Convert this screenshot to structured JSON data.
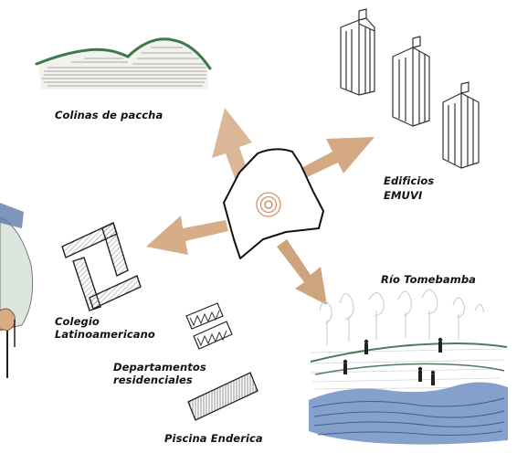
{
  "labels": {
    "colinas": "Colinas de paccha",
    "edificios_line1": "Edificios",
    "edificios_line2": "EMUVI",
    "rio": "Río Tomebamba",
    "colegio_line1": "Colegio",
    "colegio_line2": "Latinoamericano",
    "departamentos_line1": "Departamentos",
    "departamentos_line2": "residenciales",
    "piscina": "Piscina Enderica"
  },
  "colors": {
    "arrow": "#c99a6e",
    "target_ring": "#d08a5a",
    "hills": "#3d7a4a",
    "water": "#4a6fa8",
    "ink": "#111111"
  }
}
